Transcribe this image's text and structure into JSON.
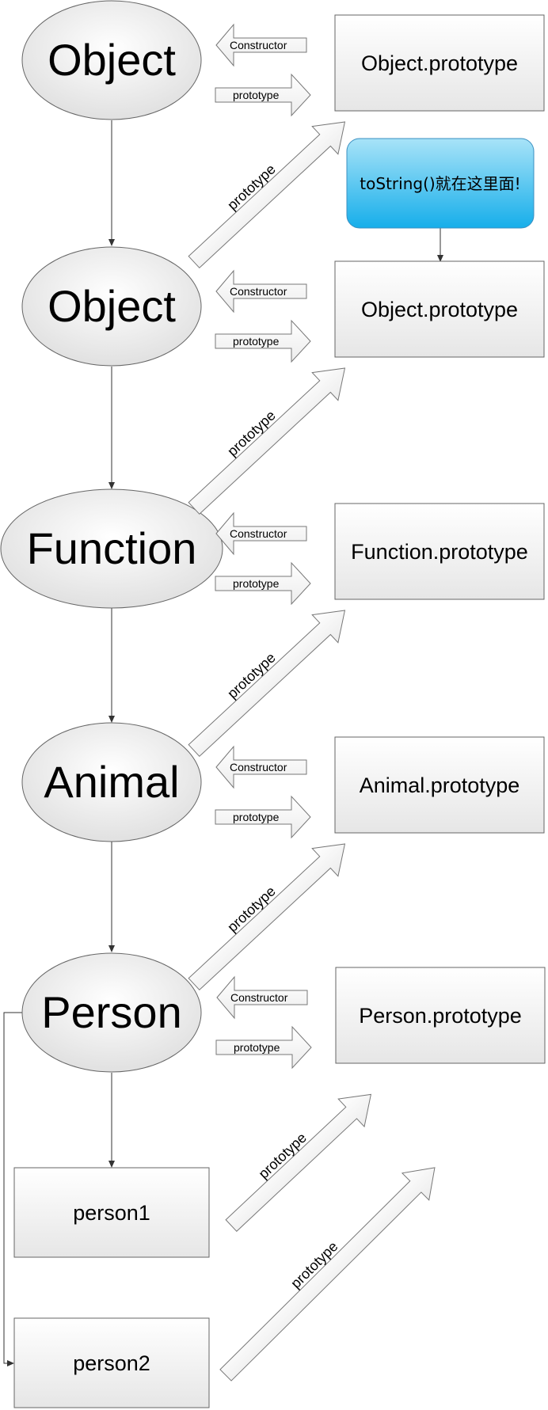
{
  "nodes": {
    "object_top": "Object",
    "object_mid": "Object",
    "function": "Function",
    "animal": "Animal",
    "person": "Person",
    "person1": "person1",
    "person2": "person2"
  },
  "prototype_boxes": {
    "object_proto_top": "Object.prototype",
    "object_proto_mid": "Object.prototype",
    "function_proto": "Function.prototype",
    "animal_proto": "Animal.prototype",
    "person_proto": "Person.prototype"
  },
  "callout": {
    "text": "toString()就在这里面!",
    "color": "#1aaeea"
  },
  "arrow_labels": {
    "constructor": "Constructor",
    "prototype": "prototype"
  }
}
